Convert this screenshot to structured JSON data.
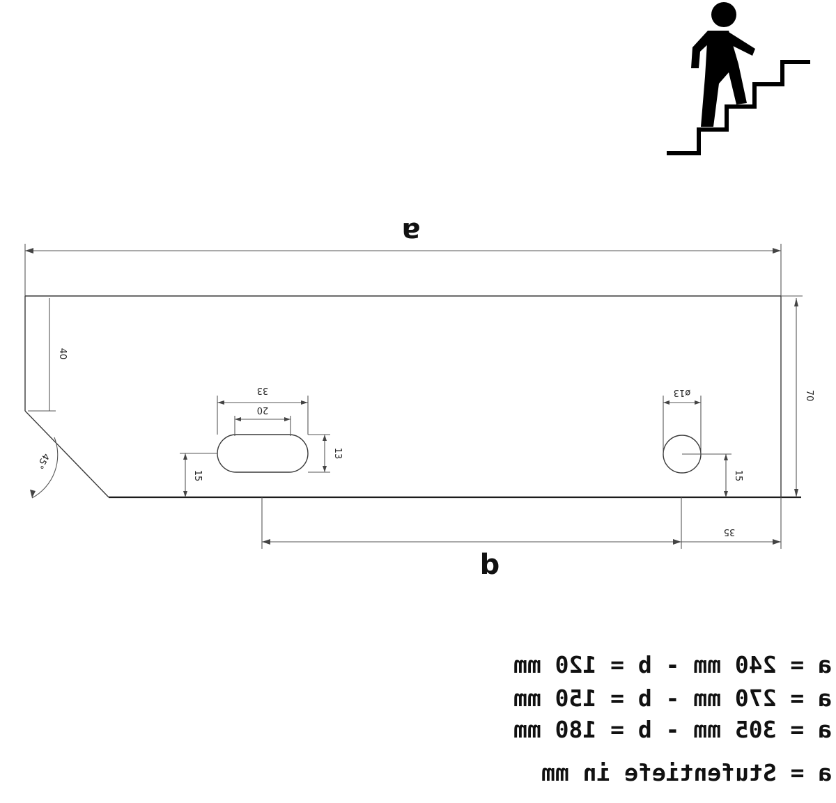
{
  "labels": {
    "a": "a",
    "b": "b",
    "dim_40": "40",
    "dim_70": "70",
    "dim_33": "33",
    "dim_20": "20",
    "dim_13": "13",
    "dim_15_left": "15",
    "dim_15_right": "15",
    "dim_ø13": "ø13",
    "dim_35": "35",
    "angle": "45°"
  },
  "specs": [
    "a = 240 mm - b = 120 mm",
    "a = 270 mm - b = 150 mm",
    "a = 305 mm - b = 180 mm"
  ],
  "legend": "a = Stufentiefe in mm",
  "icon": "person-climbing-stairs-icon"
}
